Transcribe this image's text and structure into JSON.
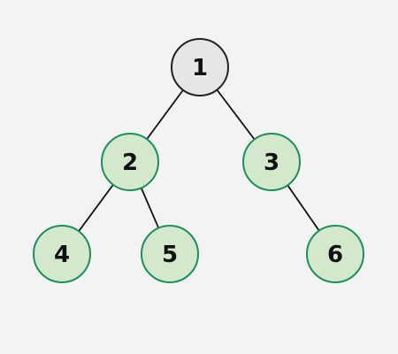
{
  "colors": {
    "background": "#f3f3f3",
    "root_fill": "#e6e6e6",
    "root_stroke": "#222222",
    "child_fill": "#d3e8cc",
    "child_stroke": "#1e8f5a",
    "edge": "#111111",
    "label": "#111111"
  },
  "tree": {
    "nodes": [
      {
        "id": "n1",
        "label": "1",
        "level": 0,
        "style": "root"
      },
      {
        "id": "n2",
        "label": "2",
        "level": 1,
        "style": "child"
      },
      {
        "id": "n3",
        "label": "3",
        "level": 1,
        "style": "child"
      },
      {
        "id": "n4",
        "label": "4",
        "level": 2,
        "style": "child"
      },
      {
        "id": "n5",
        "label": "5",
        "level": 2,
        "style": "child"
      },
      {
        "id": "n6",
        "label": "6",
        "level": 2,
        "style": "child"
      }
    ],
    "edges": [
      {
        "from": "n1",
        "to": "n2"
      },
      {
        "from": "n1",
        "to": "n3"
      },
      {
        "from": "n2",
        "to": "n4"
      },
      {
        "from": "n2",
        "to": "n5"
      },
      {
        "from": "n3",
        "to": "n6"
      }
    ]
  }
}
